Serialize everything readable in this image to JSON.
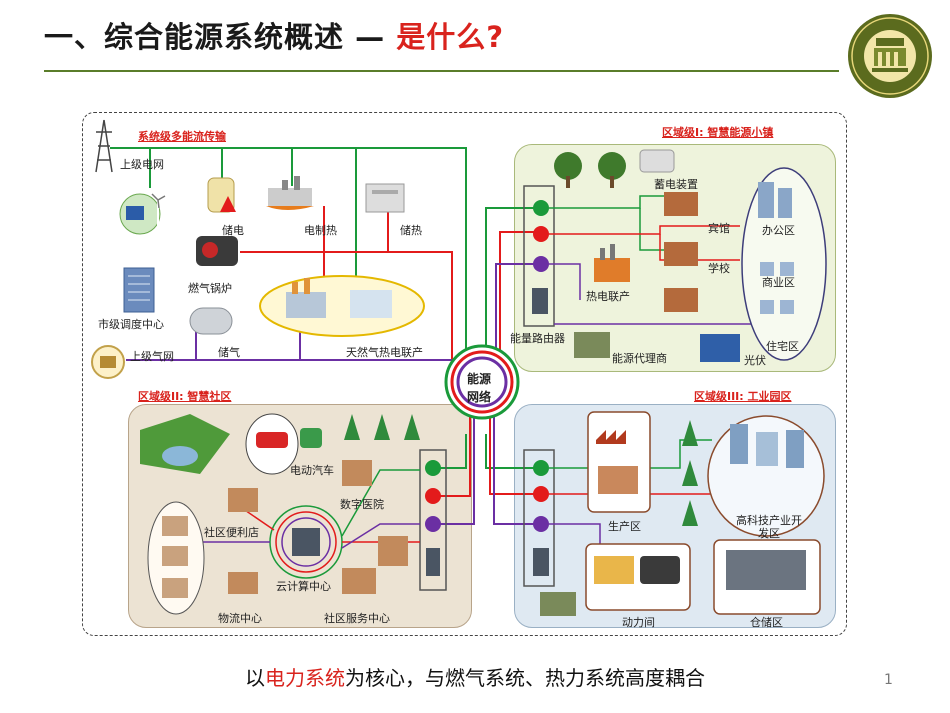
{
  "title": {
    "prefix": "一、综合能源系统概述 — ",
    "highlight": "是什么?"
  },
  "colors": {
    "electric": "#e31b1b",
    "heat": "#1a9a3a",
    "gas": "#6b2fa3",
    "accent": "#d9231d"
  },
  "system_label": "系统级多能流传输",
  "system_nodes": {
    "grid": "上级电网",
    "dispatch": "市级调度中心",
    "gas_network": "上级气网",
    "storage_e": "储电",
    "electric_heat": "电制热",
    "storage_h": "储热",
    "boiler": "燃气锅炉",
    "storage_g": "储气",
    "chp": "天然气热电联产"
  },
  "hub": {
    "line1": "能源",
    "line2": "网络"
  },
  "region1": {
    "label": "区域级I: 智慧能源小镇",
    "router": "能量路由器",
    "agent": "能源代理商",
    "chp": "热电联产",
    "storage": "蓄电装置",
    "hotel": "宾馆",
    "school": "学校",
    "office": "办公区",
    "commercial": "商业区",
    "residential": "住宅区",
    "pv": "光伏"
  },
  "region2": {
    "label": "区域级II: 智慧社区",
    "ev": "电动汽车",
    "hospital": "数字医院",
    "store": "社区便利店",
    "cloud": "云计算中心",
    "logistics": "物流中心",
    "service": "社区服务中心"
  },
  "region3": {
    "label": "区域级III: 工业园区",
    "production": "生产区",
    "hitech": "高科技产业开发区",
    "power": "动力间",
    "warehouse": "仓储区"
  },
  "caption": {
    "part1": "以",
    "red": "电力系统",
    "part2": "为核心，与燃气系统、热力系统高度耦合"
  },
  "page_number": "1"
}
